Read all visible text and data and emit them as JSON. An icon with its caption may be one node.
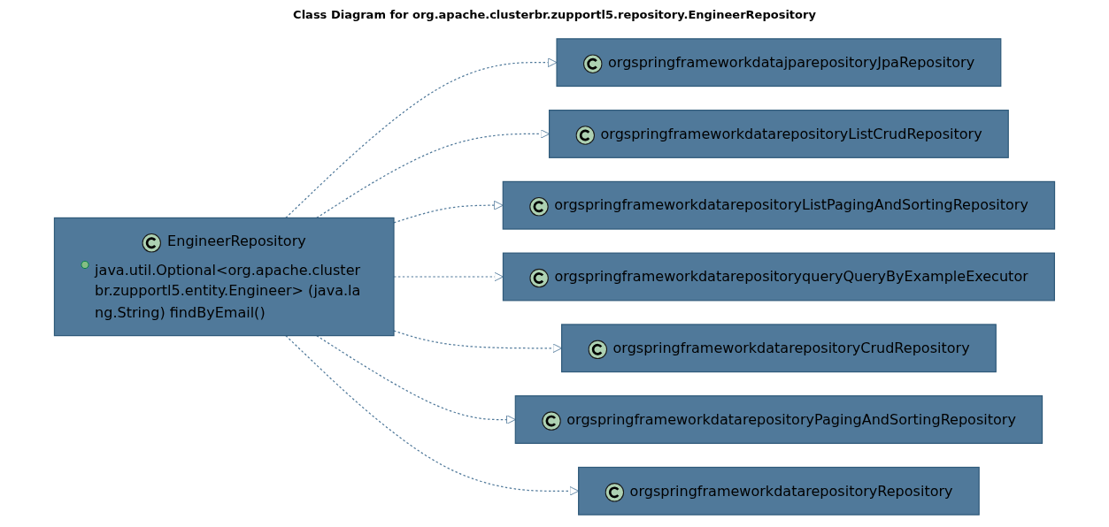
{
  "diagram": {
    "title": "Class Diagram for org.apache.clusterbr.zupportl5.repository.EngineerRepository",
    "nodes": [
      {
        "text": [
          "EngineerRepository",
          "java.util.Optional<org.apache.clusterbr.zupportl5.entity.Engineer> (java.lang.String) findByEmail()"
        ]
      },
      {
        "text": [
          "orgspringframeworkdatajparepositoryJpaRepository"
        ]
      },
      {
        "text": [
          "orgspringframeworkdatarepositoryListCrudRepository"
        ]
      },
      {
        "text": [
          "orgspringframeworkdatarepositoryListPagingAndSortingRepository"
        ]
      },
      {
        "text": [
          "orgspringframeworkdatarepositoryqueryQueryByExampleExecutor"
        ]
      },
      {
        "text": [
          "orgspringframeworkdatarepositoryCrudRepository"
        ]
      },
      {
        "text": [
          "orgspringframeworkdatarepositoryPagingAndSortingRepository"
        ]
      },
      {
        "text": [
          "orgspringframeworkdatarepositoryRepository"
        ]
      }
    ],
    "edges": [
      {
        "from": 0,
        "to": 1,
        "arrow": "to",
        "style": "dashed"
      },
      {
        "from": 0,
        "to": 2,
        "arrow": "to",
        "style": "dashed"
      },
      {
        "from": 0,
        "to": 3,
        "arrow": "to",
        "style": "dashed"
      },
      {
        "from": 0,
        "to": 4,
        "arrow": "to",
        "style": "dashed"
      },
      {
        "from": 0,
        "to": 5,
        "arrow": "to",
        "style": "dashed"
      },
      {
        "from": 0,
        "to": 6,
        "arrow": "to",
        "style": "dashed"
      },
      {
        "from": 0,
        "to": 7,
        "arrow": "to",
        "style": "dashed"
      }
    ]
  }
}
